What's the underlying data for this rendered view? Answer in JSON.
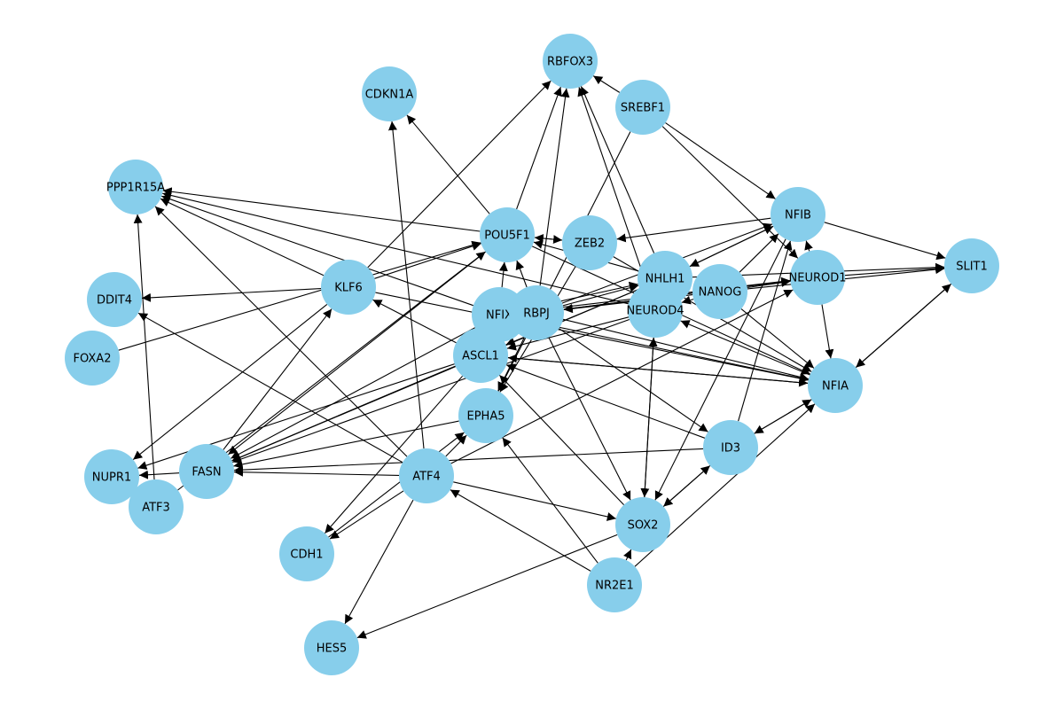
{
  "colors": {
    "node_fill": "#87ceeb",
    "edge": "#000000",
    "background": "#ffffff"
  },
  "nodes": [
    {
      "id": "RBFOX3"
    },
    {
      "id": "CDKN1A"
    },
    {
      "id": "SREBF1"
    },
    {
      "id": "PPP1R15A"
    },
    {
      "id": "NFIB"
    },
    {
      "id": "POU5F1"
    },
    {
      "id": "ZEB2"
    },
    {
      "id": "SLIT1"
    },
    {
      "id": "NHLH1"
    },
    {
      "id": "NEUROD1"
    },
    {
      "id": "NANOG"
    },
    {
      "id": "DDIT4"
    },
    {
      "id": "KLF6"
    },
    {
      "id": "NFIX"
    },
    {
      "id": "RBPJ"
    },
    {
      "id": "NEUROD4"
    },
    {
      "id": "FOXA2"
    },
    {
      "id": "ASCL1"
    },
    {
      "id": "NFIA"
    },
    {
      "id": "EPHA5"
    },
    {
      "id": "ID3"
    },
    {
      "id": "NUPR1"
    },
    {
      "id": "FASN"
    },
    {
      "id": "ATF4"
    },
    {
      "id": "ATF3"
    },
    {
      "id": "SOX2"
    },
    {
      "id": "CDH1"
    },
    {
      "id": "NR2E1"
    },
    {
      "id": "HES5"
    }
  ],
  "edges": [
    [
      "SREBF1",
      "RBFOX3"
    ],
    [
      "SREBF1",
      "NFIB"
    ],
    [
      "SREBF1",
      "NEUROD1"
    ],
    [
      "SREBF1",
      "EPHA5"
    ],
    [
      "KLF6",
      "RBFOX3"
    ],
    [
      "KLF6",
      "PPP1R15A"
    ],
    [
      "KLF6",
      "POU5F1"
    ],
    [
      "KLF6",
      "DDIT4"
    ],
    [
      "KLF6",
      "NFIA"
    ],
    [
      "KLF6",
      "NUPR1"
    ],
    [
      "POU5F1",
      "RBFOX3"
    ],
    [
      "POU5F1",
      "CDKN1A"
    ],
    [
      "POU5F1",
      "ZEB2"
    ],
    [
      "POU5F1",
      "PPP1R15A"
    ],
    [
      "POU5F1",
      "NFIA"
    ],
    [
      "POU5F1",
      "FASN"
    ],
    [
      "ZEB2",
      "POU5F1"
    ],
    [
      "ZEB2",
      "NFIA"
    ],
    [
      "ZEB2",
      "EPHA5"
    ],
    [
      "NFIB",
      "SLIT1"
    ],
    [
      "NFIB",
      "ZEB2"
    ],
    [
      "NFIB",
      "NHLH1"
    ],
    [
      "NFIB",
      "SOX2"
    ],
    [
      "NHLH1",
      "RBFOX3"
    ],
    [
      "NHLH1",
      "NFIB"
    ],
    [
      "NHLH1",
      "SLIT1"
    ],
    [
      "NHLH1",
      "ASCL1"
    ],
    [
      "NHLH1",
      "POU5F1"
    ],
    [
      "NHLH1",
      "FASN"
    ],
    [
      "NEUROD1",
      "NFIB"
    ],
    [
      "NEUROD1",
      "NFIA"
    ],
    [
      "NEUROD1",
      "SLIT1"
    ],
    [
      "NEUROD1",
      "RBPJ"
    ],
    [
      "NANOG",
      "NEUROD1"
    ],
    [
      "NANOG",
      "NEUROD4"
    ],
    [
      "NANOG",
      "SLIT1"
    ],
    [
      "NANOG",
      "NFIB"
    ],
    [
      "NANOG",
      "RBPJ"
    ],
    [
      "NANOG",
      "NFIA"
    ],
    [
      "NFIX",
      "POU5F1"
    ],
    [
      "NFIX",
      "NHLH1"
    ],
    [
      "NFIX",
      "NFIA"
    ],
    [
      "NFIX",
      "PPP1R15A"
    ],
    [
      "NFIX",
      "FASN"
    ],
    [
      "NFIX",
      "NEUROD1"
    ],
    [
      "RBPJ",
      "RBFOX3"
    ],
    [
      "RBPJ",
      "POU5F1"
    ],
    [
      "RBPJ",
      "NFIA"
    ],
    [
      "RBPJ",
      "NEUROD1"
    ],
    [
      "RBPJ",
      "SOX2"
    ],
    [
      "RBPJ",
      "ID3"
    ],
    [
      "RBPJ",
      "EPHA5"
    ],
    [
      "RBPJ",
      "NHLH1"
    ],
    [
      "RBPJ",
      "ASCL1"
    ],
    [
      "RBPJ",
      "NFIB"
    ],
    [
      "NEUROD4",
      "RBFOX3"
    ],
    [
      "NEUROD4",
      "ASCL1"
    ],
    [
      "NEUROD4",
      "SOX2"
    ],
    [
      "NEUROD4",
      "FASN"
    ],
    [
      "NEUROD4",
      "PPP1R15A"
    ],
    [
      "FOXA2",
      "POU5F1"
    ],
    [
      "ASCL1",
      "NFIA"
    ],
    [
      "ASCL1",
      "KLF6"
    ],
    [
      "ASCL1",
      "NUPR1"
    ],
    [
      "ASCL1",
      "CDH1"
    ],
    [
      "ASCL1",
      "FASN"
    ],
    [
      "NFIA",
      "ASCL1"
    ],
    [
      "NFIA",
      "SLIT1"
    ],
    [
      "NFIA",
      "ID3"
    ],
    [
      "NFIA",
      "NEUROD4"
    ],
    [
      "EPHA5",
      "FASN"
    ],
    [
      "ID3",
      "FASN"
    ],
    [
      "ID3",
      "ASCL1"
    ],
    [
      "ID3",
      "SOX2"
    ],
    [
      "ID3",
      "NFIB"
    ],
    [
      "ID3",
      "NFIA"
    ],
    [
      "SOX2",
      "ID3"
    ],
    [
      "SOX2",
      "HES5"
    ],
    [
      "SOX2",
      "ASCL1"
    ],
    [
      "SOX2",
      "NEUROD4"
    ],
    [
      "ATF4",
      "CDKN1A"
    ],
    [
      "ATF4",
      "PPP1R15A"
    ],
    [
      "ATF4",
      "DDIT4"
    ],
    [
      "ATF4",
      "FASN"
    ],
    [
      "ATF4",
      "SOX2"
    ],
    [
      "ATF4",
      "CDH1"
    ],
    [
      "ATF4",
      "HES5"
    ],
    [
      "ATF4",
      "EPHA5"
    ],
    [
      "ATF4",
      "NEUROD1"
    ],
    [
      "ATF3",
      "PPP1R15A"
    ],
    [
      "ATF3",
      "POU5F1"
    ],
    [
      "FASN",
      "NUPR1"
    ],
    [
      "FASN",
      "KLF6"
    ],
    [
      "CDH1",
      "EPHA5"
    ],
    [
      "NR2E1",
      "SOX2"
    ],
    [
      "NR2E1",
      "ATF4"
    ],
    [
      "NR2E1",
      "EPHA5"
    ],
    [
      "NR2E1",
      "NFIA"
    ],
    [
      "SLIT1",
      "NFIA"
    ]
  ]
}
